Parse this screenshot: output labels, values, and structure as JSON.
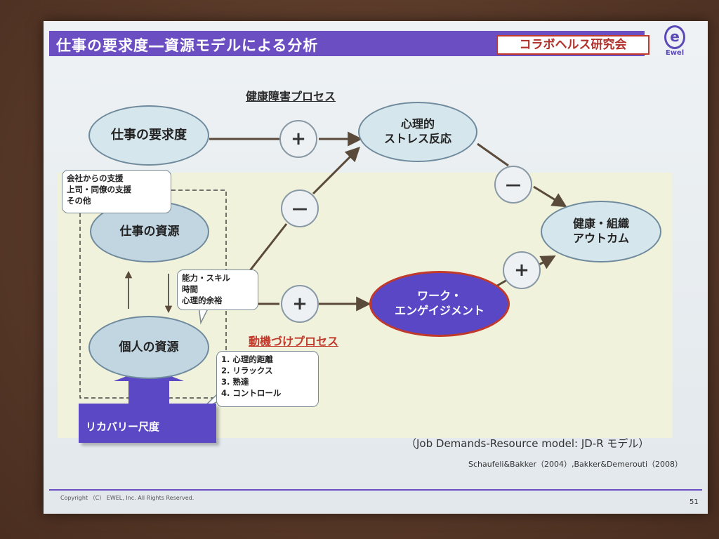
{
  "slide": {
    "title": "仕事の要求度―資源モデルによる分析",
    "badge": "コラボヘルス研究会",
    "logo_text": "Ewel",
    "logo_icon": "ewel-logo-icon"
  },
  "diagram": {
    "process_health": "健康障害プロセス",
    "process_motivation": "動機づけプロセス",
    "nodes": {
      "job_demands": "仕事の要求度",
      "stress_line1": "心理的",
      "stress_line2": "ストレス反応",
      "outcomes_line1": "健康・組織",
      "outcomes_line2": "アウトカム",
      "job_resources": "仕事の資源",
      "personal_resources": "個人の資源",
      "engagement_line1": "ワーク・",
      "engagement_line2": "エンゲイジメント"
    },
    "signs": {
      "demands_to_stress": "+",
      "stress_to_outcomes": "－",
      "resources_to_stress": "－",
      "resources_to_engagement": "+",
      "engagement_to_outcomes": "+"
    },
    "callout_job_resources": [
      "会社からの支援",
      "上司・同僚の支援",
      "その他"
    ],
    "callout_personal_resources": [
      "能力・スキル",
      "時間",
      "心理的余裕"
    ],
    "callout_recovery": [
      "1. 心理的距離",
      "2. リラックス",
      "3. 熟達",
      "4. コントロール"
    ],
    "recovery_scale": "リカバリー尺度",
    "colors": {
      "accent_purple": "#5947c6",
      "health_label": "#2a2a2a",
      "motivation_label": "#c0392b"
    }
  },
  "footer": {
    "citation": "（Job Demands-Resource model: JD-R モデル）",
    "authors": "Schaufeli&Bakker（2004）,Bakker&Demerouti（2008）",
    "copyright": "Copyright （C） EWEL, Inc. All Rights Reserved.",
    "page_number": "51"
  }
}
